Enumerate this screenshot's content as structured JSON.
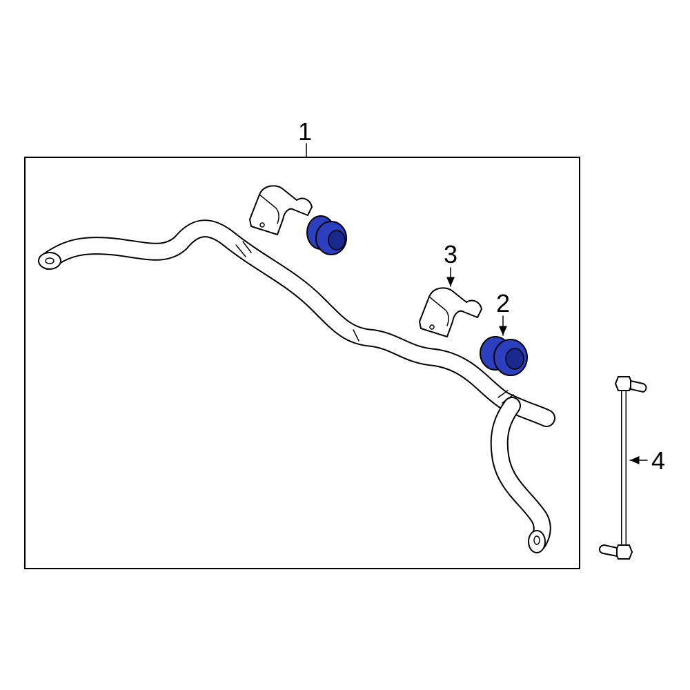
{
  "callouts": {
    "c1": "1",
    "c2": "2",
    "c3": "3",
    "c4": "4"
  },
  "colors": {
    "highlight": "#2b3fbf",
    "highlight_dark": "#1a2990",
    "line": "#000000",
    "background": "#ffffff"
  }
}
